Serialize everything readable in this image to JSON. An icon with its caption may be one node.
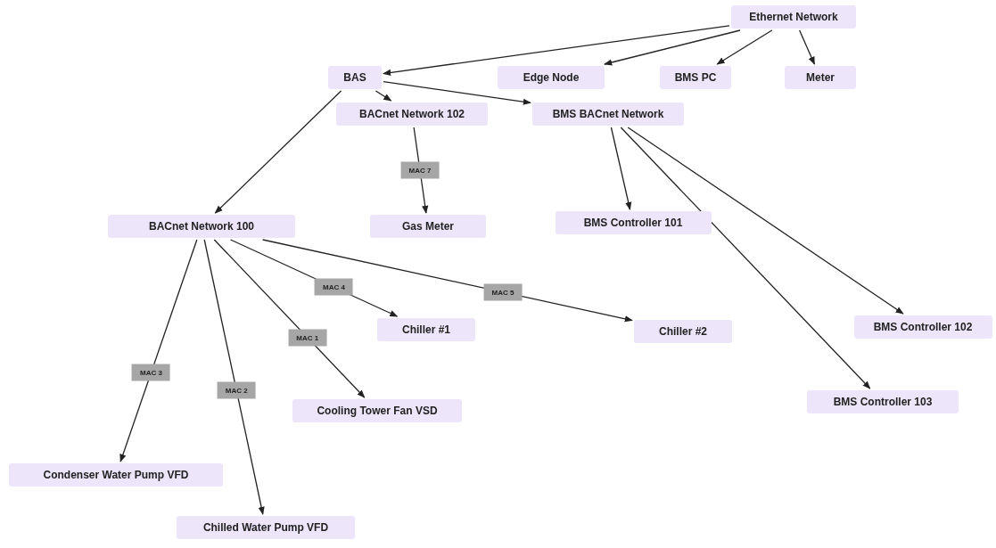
{
  "diagram": {
    "nodes": [
      {
        "text": [
          "Ethernet Network"
        ]
      },
      {
        "text": [
          "BAS"
        ]
      },
      {
        "text": [
          "Edge Node"
        ]
      },
      {
        "text": [
          "BMS PC"
        ]
      },
      {
        "text": [
          "Meter"
        ]
      },
      {
        "text": [
          "BACnet Network 102"
        ]
      },
      {
        "text": [
          "BMS BACnet Network"
        ]
      },
      {
        "text": [
          "BACnet Network 100"
        ]
      },
      {
        "text": [
          "Gas Meter"
        ]
      },
      {
        "text": [
          "BMS Controller 101"
        ]
      },
      {
        "text": [
          "Chiller #1"
        ]
      },
      {
        "text": [
          "Chiller #2"
        ]
      },
      {
        "text": [
          "BMS Controller 102"
        ]
      },
      {
        "text": [
          "Cooling Tower Fan VSD"
        ]
      },
      {
        "text": [
          "BMS Controller 103"
        ]
      },
      {
        "text": [
          "Condenser Water Pump VFD"
        ]
      },
      {
        "text": [
          "Chilled Water Pump VFD"
        ]
      }
    ],
    "edges": [
      {
        "from": 0,
        "to": 1,
        "arrow": "to"
      },
      {
        "from": 0,
        "to": 2,
        "arrow": "to"
      },
      {
        "from": 0,
        "to": 3,
        "arrow": "to"
      },
      {
        "from": 0,
        "to": 4,
        "arrow": "to"
      },
      {
        "from": 1,
        "to": 5,
        "arrow": "to"
      },
      {
        "from": 1,
        "to": 6,
        "arrow": "to"
      },
      {
        "from": 1,
        "to": 7,
        "arrow": "to"
      },
      {
        "from": 5,
        "to": 8,
        "arrow": "to",
        "label": "MAC 7"
      },
      {
        "from": 6,
        "to": 9,
        "arrow": "to"
      },
      {
        "from": 6,
        "to": 12,
        "arrow": "to"
      },
      {
        "from": 6,
        "to": 14,
        "arrow": "to"
      },
      {
        "from": 7,
        "to": 10,
        "arrow": "to",
        "label": "MAC 4"
      },
      {
        "from": 7,
        "to": 11,
        "arrow": "to",
        "label": "MAC 5"
      },
      {
        "from": 7,
        "to": 13,
        "arrow": "to",
        "label": "MAC 1"
      },
      {
        "from": 7,
        "to": 15,
        "arrow": "to",
        "label": "MAC 3"
      },
      {
        "from": 7,
        "to": 16,
        "arrow": "to",
        "label": "MAC 2"
      }
    ]
  }
}
